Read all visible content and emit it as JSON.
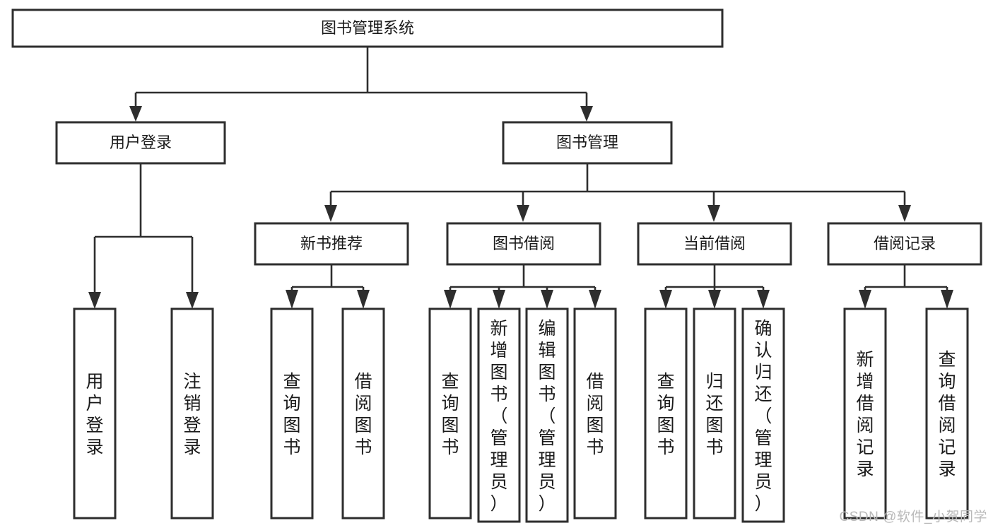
{
  "diagram": {
    "title": "图书管理系统",
    "type": "tree-hierarchy-chart",
    "watermark": "CSDN @软件_小贺同学",
    "root": {
      "label": "图书管理系统"
    },
    "level2": [
      {
        "label": "用户登录"
      },
      {
        "label": "图书管理"
      }
    ],
    "level3": [
      {
        "label": "新书推荐"
      },
      {
        "label": "图书借阅"
      },
      {
        "label": "当前借阅"
      },
      {
        "label": "借阅记录"
      }
    ],
    "leaves": {
      "user_login": [
        {
          "label": "用户登录"
        },
        {
          "label": "注销登录"
        }
      ],
      "new_book_recommend": [
        {
          "label": "查询图书"
        },
        {
          "label": "借阅图书"
        }
      ],
      "book_borrow": [
        {
          "label": "查询图书"
        },
        {
          "label": "新增图书（管理员）"
        },
        {
          "label": "编辑图书（管理员）"
        },
        {
          "label": "借阅图书"
        }
      ],
      "current_borrow": [
        {
          "label": "查询图书"
        },
        {
          "label": "归还图书"
        },
        {
          "label": "确认归还（管理员）"
        }
      ],
      "borrow_record": [
        {
          "label": "新增借阅记录"
        },
        {
          "label": "查询借阅记录"
        }
      ]
    },
    "colors": {
      "stroke": "#2e2e2e",
      "fill": "#ffffff",
      "text": "#1a1a1a",
      "watermark": "#b9b9b9"
    }
  }
}
